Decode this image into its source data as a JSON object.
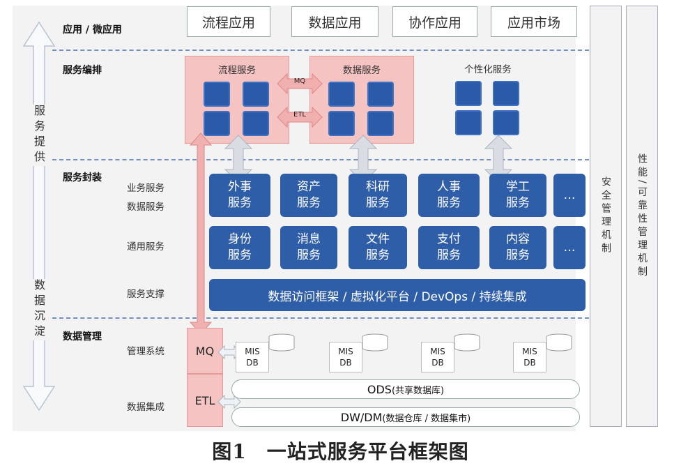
{
  "layers": {
    "apps": "应用 / 微应用",
    "orchestration": "服务编排",
    "encapsulation": "服务封装",
    "data_mgmt": "数据管理"
  },
  "left_axis": {
    "upper": "服务提供",
    "lower": "数据沉淀"
  },
  "apps": [
    "流程应用",
    "数据应用",
    "协作应用",
    "应用市场"
  ],
  "orchestration": {
    "flow": "流程服务",
    "data": "数据服务",
    "personal": "个性化服务",
    "mq": "MQ",
    "etl": "ETL"
  },
  "encap_labels": {
    "business": "业务服务",
    "data": "数据服务",
    "common": "通用服务",
    "support": "服务支撑"
  },
  "business_services": [
    {
      "line1": "外事",
      "line2": "服务"
    },
    {
      "line1": "资产",
      "line2": "服务"
    },
    {
      "line1": "科研",
      "line2": "服务"
    },
    {
      "line1": "人事",
      "line2": "服务"
    },
    {
      "line1": "学工",
      "line2": "服务"
    }
  ],
  "common_services": [
    {
      "line1": "身份",
      "line2": "服务"
    },
    {
      "line1": "消息",
      "line2": "服务"
    },
    {
      "line1": "文件",
      "line2": "服务"
    },
    {
      "line1": "支付",
      "line2": "服务"
    },
    {
      "line1": "内容",
      "line2": "服务"
    }
  ],
  "more": "…",
  "support_bar": "数据访问框架 / 虚拟化平台 / DevOps / 持续集成",
  "data_labels": {
    "mgmt_system": "管理系统",
    "integration": "数据集成"
  },
  "mgmt": {
    "mq": "MQ",
    "etl": "ETL"
  },
  "mis": {
    "line1": "MIS",
    "line2": "DB"
  },
  "ods": {
    "main": "ODS",
    "note": "(共享数据库)"
  },
  "dw": {
    "main": "DW/DM",
    "note": "(数据仓库 / 数据集市)"
  },
  "right_panels": {
    "security": "安全管理机制",
    "performance": "性能/可靠性管理机制"
  },
  "caption": "图1　一站式服务平台框架图",
  "colors": {
    "blue": "#2f5ea9",
    "pink": "#f6c3c3",
    "dash": "#6e8fc0"
  }
}
